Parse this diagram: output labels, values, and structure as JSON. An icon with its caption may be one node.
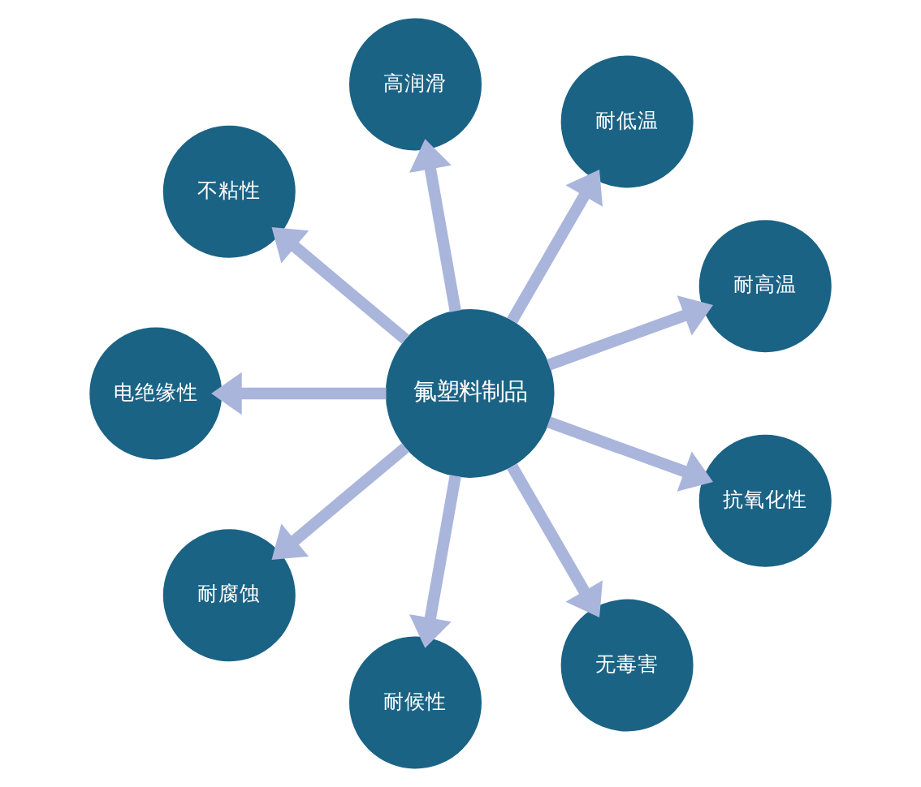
{
  "diagram": {
    "nodes": [
      {
        "text": [
          "氟塑料制品"
        ]
      },
      {
        "text": [
          "耐高温"
        ]
      },
      {
        "text": [
          "耐低温"
        ]
      },
      {
        "text": [
          "高润滑"
        ]
      },
      {
        "text": [
          "不粘性"
        ]
      },
      {
        "text": [
          "电绝缘性"
        ]
      },
      {
        "text": [
          "耐腐蚀"
        ]
      },
      {
        "text": [
          "耐候性"
        ]
      },
      {
        "text": [
          "无毒害"
        ]
      },
      {
        "text": [
          "抗氧化性"
        ]
      }
    ],
    "edges": [
      {
        "from": 0,
        "to": 1,
        "arrow": "to"
      },
      {
        "from": 0,
        "to": 2,
        "arrow": "to"
      },
      {
        "from": 0,
        "to": 3,
        "arrow": "to"
      },
      {
        "from": 0,
        "to": 4,
        "arrow": "to"
      },
      {
        "from": 0,
        "to": 5,
        "arrow": "to"
      },
      {
        "from": 0,
        "to": 6,
        "arrow": "to"
      },
      {
        "from": 0,
        "to": 7,
        "arrow": "to"
      },
      {
        "from": 0,
        "to": 8,
        "arrow": "to"
      },
      {
        "from": 0,
        "to": 9,
        "arrow": "to"
      }
    ]
  }
}
